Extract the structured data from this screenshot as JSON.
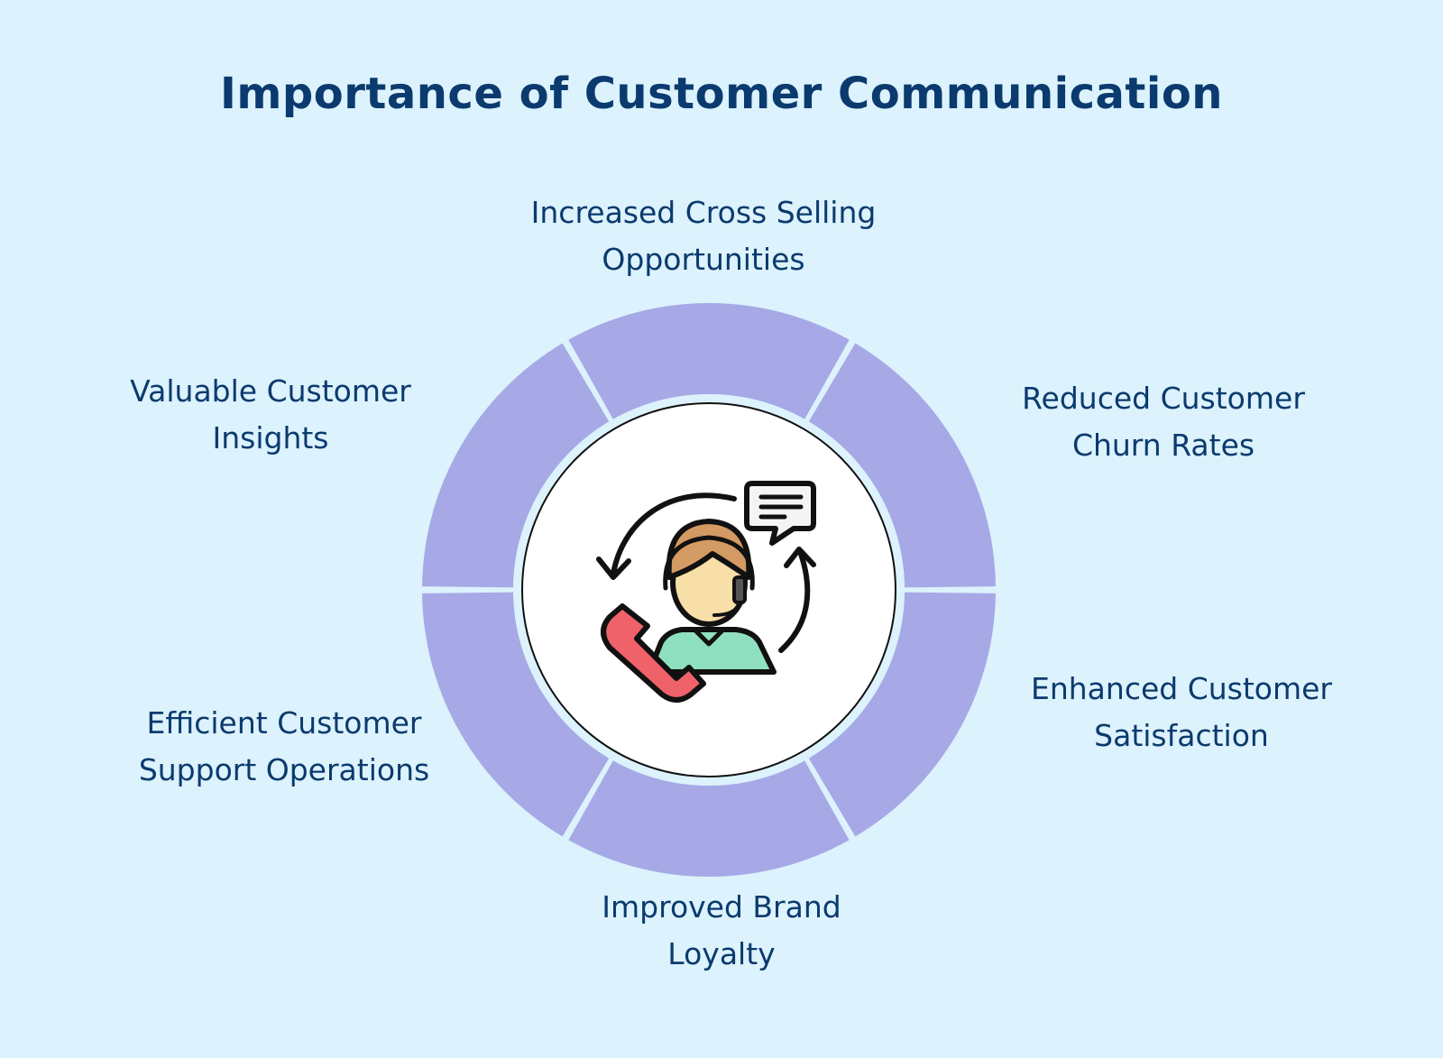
{
  "colors": {
    "background": "#dcf2fc",
    "title_text": "#0b3a6e",
    "label_text": "#0b3a6e",
    "ring_segment": "#a6a9e6",
    "segment_gap": "#dcf2fc",
    "center_fill": "#ffffff",
    "center_outline": "#111111"
  },
  "title": "Importance of Customer Communication",
  "center_icon": "customer-support-agent-icon",
  "labels": {
    "top": {
      "line1": "Increased Cross Selling",
      "line2": "Opportunities"
    },
    "top_left": {
      "line1": "Valuable Customer",
      "line2": "Insights"
    },
    "top_right": {
      "line1": "Reduced Customer",
      "line2": "Churn Rates"
    },
    "bottom_right": {
      "line1": "Enhanced Customer",
      "line2": "Satisfaction"
    },
    "bottom_left": {
      "line1": "Efficient Customer",
      "line2": "Support Operations"
    },
    "bottom": {
      "line1": "Improved Brand",
      "line2": "Loyalty"
    }
  }
}
